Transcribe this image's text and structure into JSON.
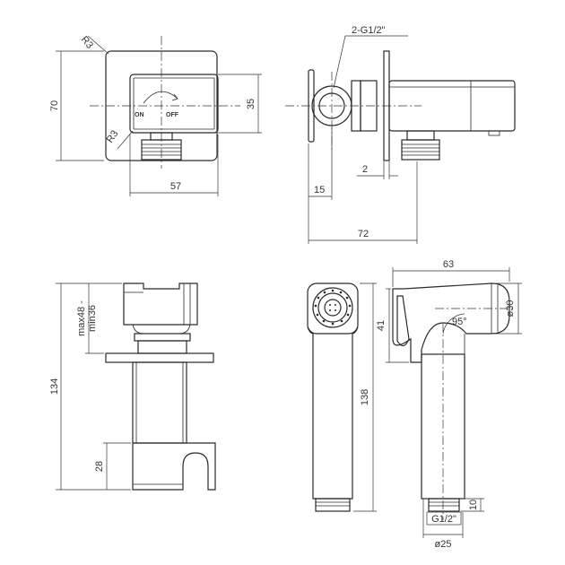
{
  "colors": {
    "line": "#2a2a2a",
    "background": "#ffffff"
  },
  "front_view": {
    "height": "70",
    "width": "57",
    "handle_height": "35",
    "radius_top": "R3",
    "radius_bottom": "R3",
    "switch_on": "ON",
    "switch_off": "OFF"
  },
  "side_view": {
    "thread_note": "2-G1/2\"",
    "flange": "15",
    "wall_gap": "2",
    "length": "72"
  },
  "holder_view": {
    "adjust_range_top": "max48 -",
    "adjust_range_bottom": "min36",
    "total_height": "134",
    "holder_height": "28"
  },
  "sprayer_view": {
    "length": "63",
    "head_height": "41",
    "head_diameter": "ø30",
    "angle": "95°",
    "total_height": "138",
    "thread_height": "10",
    "thread": "G1/2\"",
    "base_diameter": "ø25"
  }
}
